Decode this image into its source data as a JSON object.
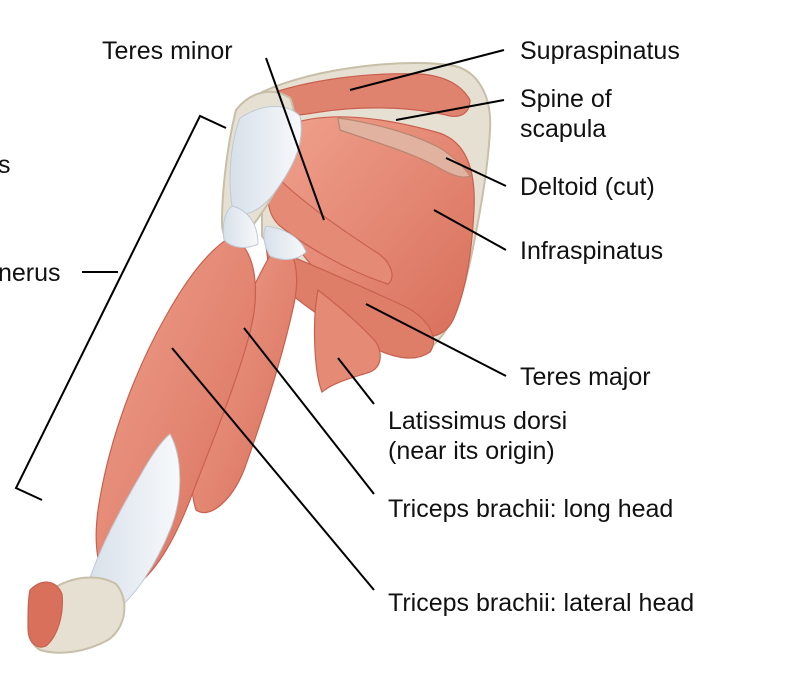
{
  "labels": {
    "teres_minor": "Teres minor",
    "supraspinatus": "Supraspinatus",
    "spine_of_scapula_line1": "Spine of",
    "spine_of_scapula_line2": "scapula",
    "deltoid_cut": "Deltoid (cut)",
    "infraspinatus": "Infraspinatus",
    "teres_major": "Teres major",
    "latissimus_line1": "Latissimus dorsi",
    "latissimus_line2": "(near its origin)",
    "triceps_long": "Triceps brachii: long head",
    "triceps_lateral": "Triceps brachii: lateral head",
    "left_cut_top": "s",
    "left_cut_humerus": "nerus"
  },
  "colors": {
    "muscle": "#E0836E",
    "muscle_dark": "#C9604F",
    "muscle_light": "#F0A592",
    "tendon": "#E8EEF4",
    "bone": "#E6E0D2",
    "bone_edge": "#C8BFA8",
    "leader": "#000000"
  }
}
